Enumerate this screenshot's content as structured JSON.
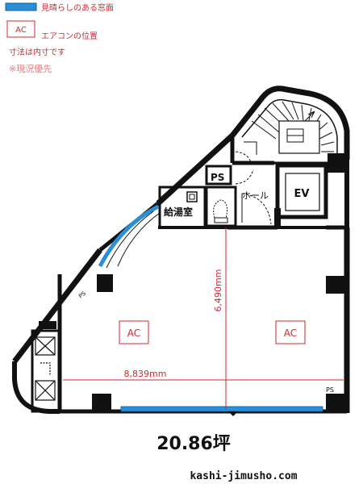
{
  "legend": {
    "view_window": "見晴らしのある窓面",
    "ac_box": "AC",
    "ac_position": "エアコンの位置",
    "dimension_note": "寸法は内寸です",
    "priority_note": "※現況優先"
  },
  "rooms": {
    "ps": "PS",
    "hall": "ホール",
    "ev": "EV",
    "kitchenette": "給湯室",
    "ps_small": "PS",
    "meter_box": "PS"
  },
  "ac_units": [
    "AC",
    "AC"
  ],
  "dimensions": {
    "width": "8,839mm",
    "depth": "6,490mm"
  },
  "area": "20.86坪",
  "site": "kashi-jimusho.com",
  "colors": {
    "window_blue": "#2a8fd8",
    "ac_red": "#d2282e",
    "note_pink": "#e07b7b",
    "wall": "#111111"
  }
}
